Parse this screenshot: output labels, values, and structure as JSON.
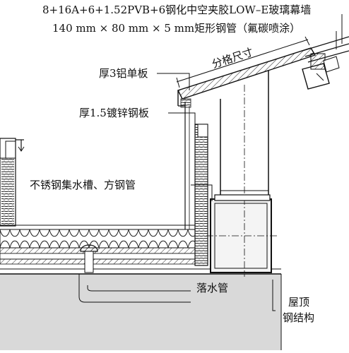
{
  "labels": {
    "glass": "8+16A+6+1.52PVB+6钢化中空夹胶LOW–E玻璃幕墙",
    "steel_tube": "140 mm × 80 mm × 5 mm矩形钢管（氟碳喷涂）",
    "grid_size": "分格尺寸",
    "aluminum_panel": "厚3铝单板",
    "galvanized_plate": "厚1.5镀锌钢板",
    "gutter": "不锈钢集水槽、方钢管",
    "downpipe": "落水管",
    "roof_structure_1": "屋顶",
    "roof_structure_2": "钢结构"
  },
  "colors": {
    "ink": "#111111",
    "background": "#ffffff",
    "slab": "#d9d9d9",
    "tube_fill": "#f4f4f4"
  }
}
